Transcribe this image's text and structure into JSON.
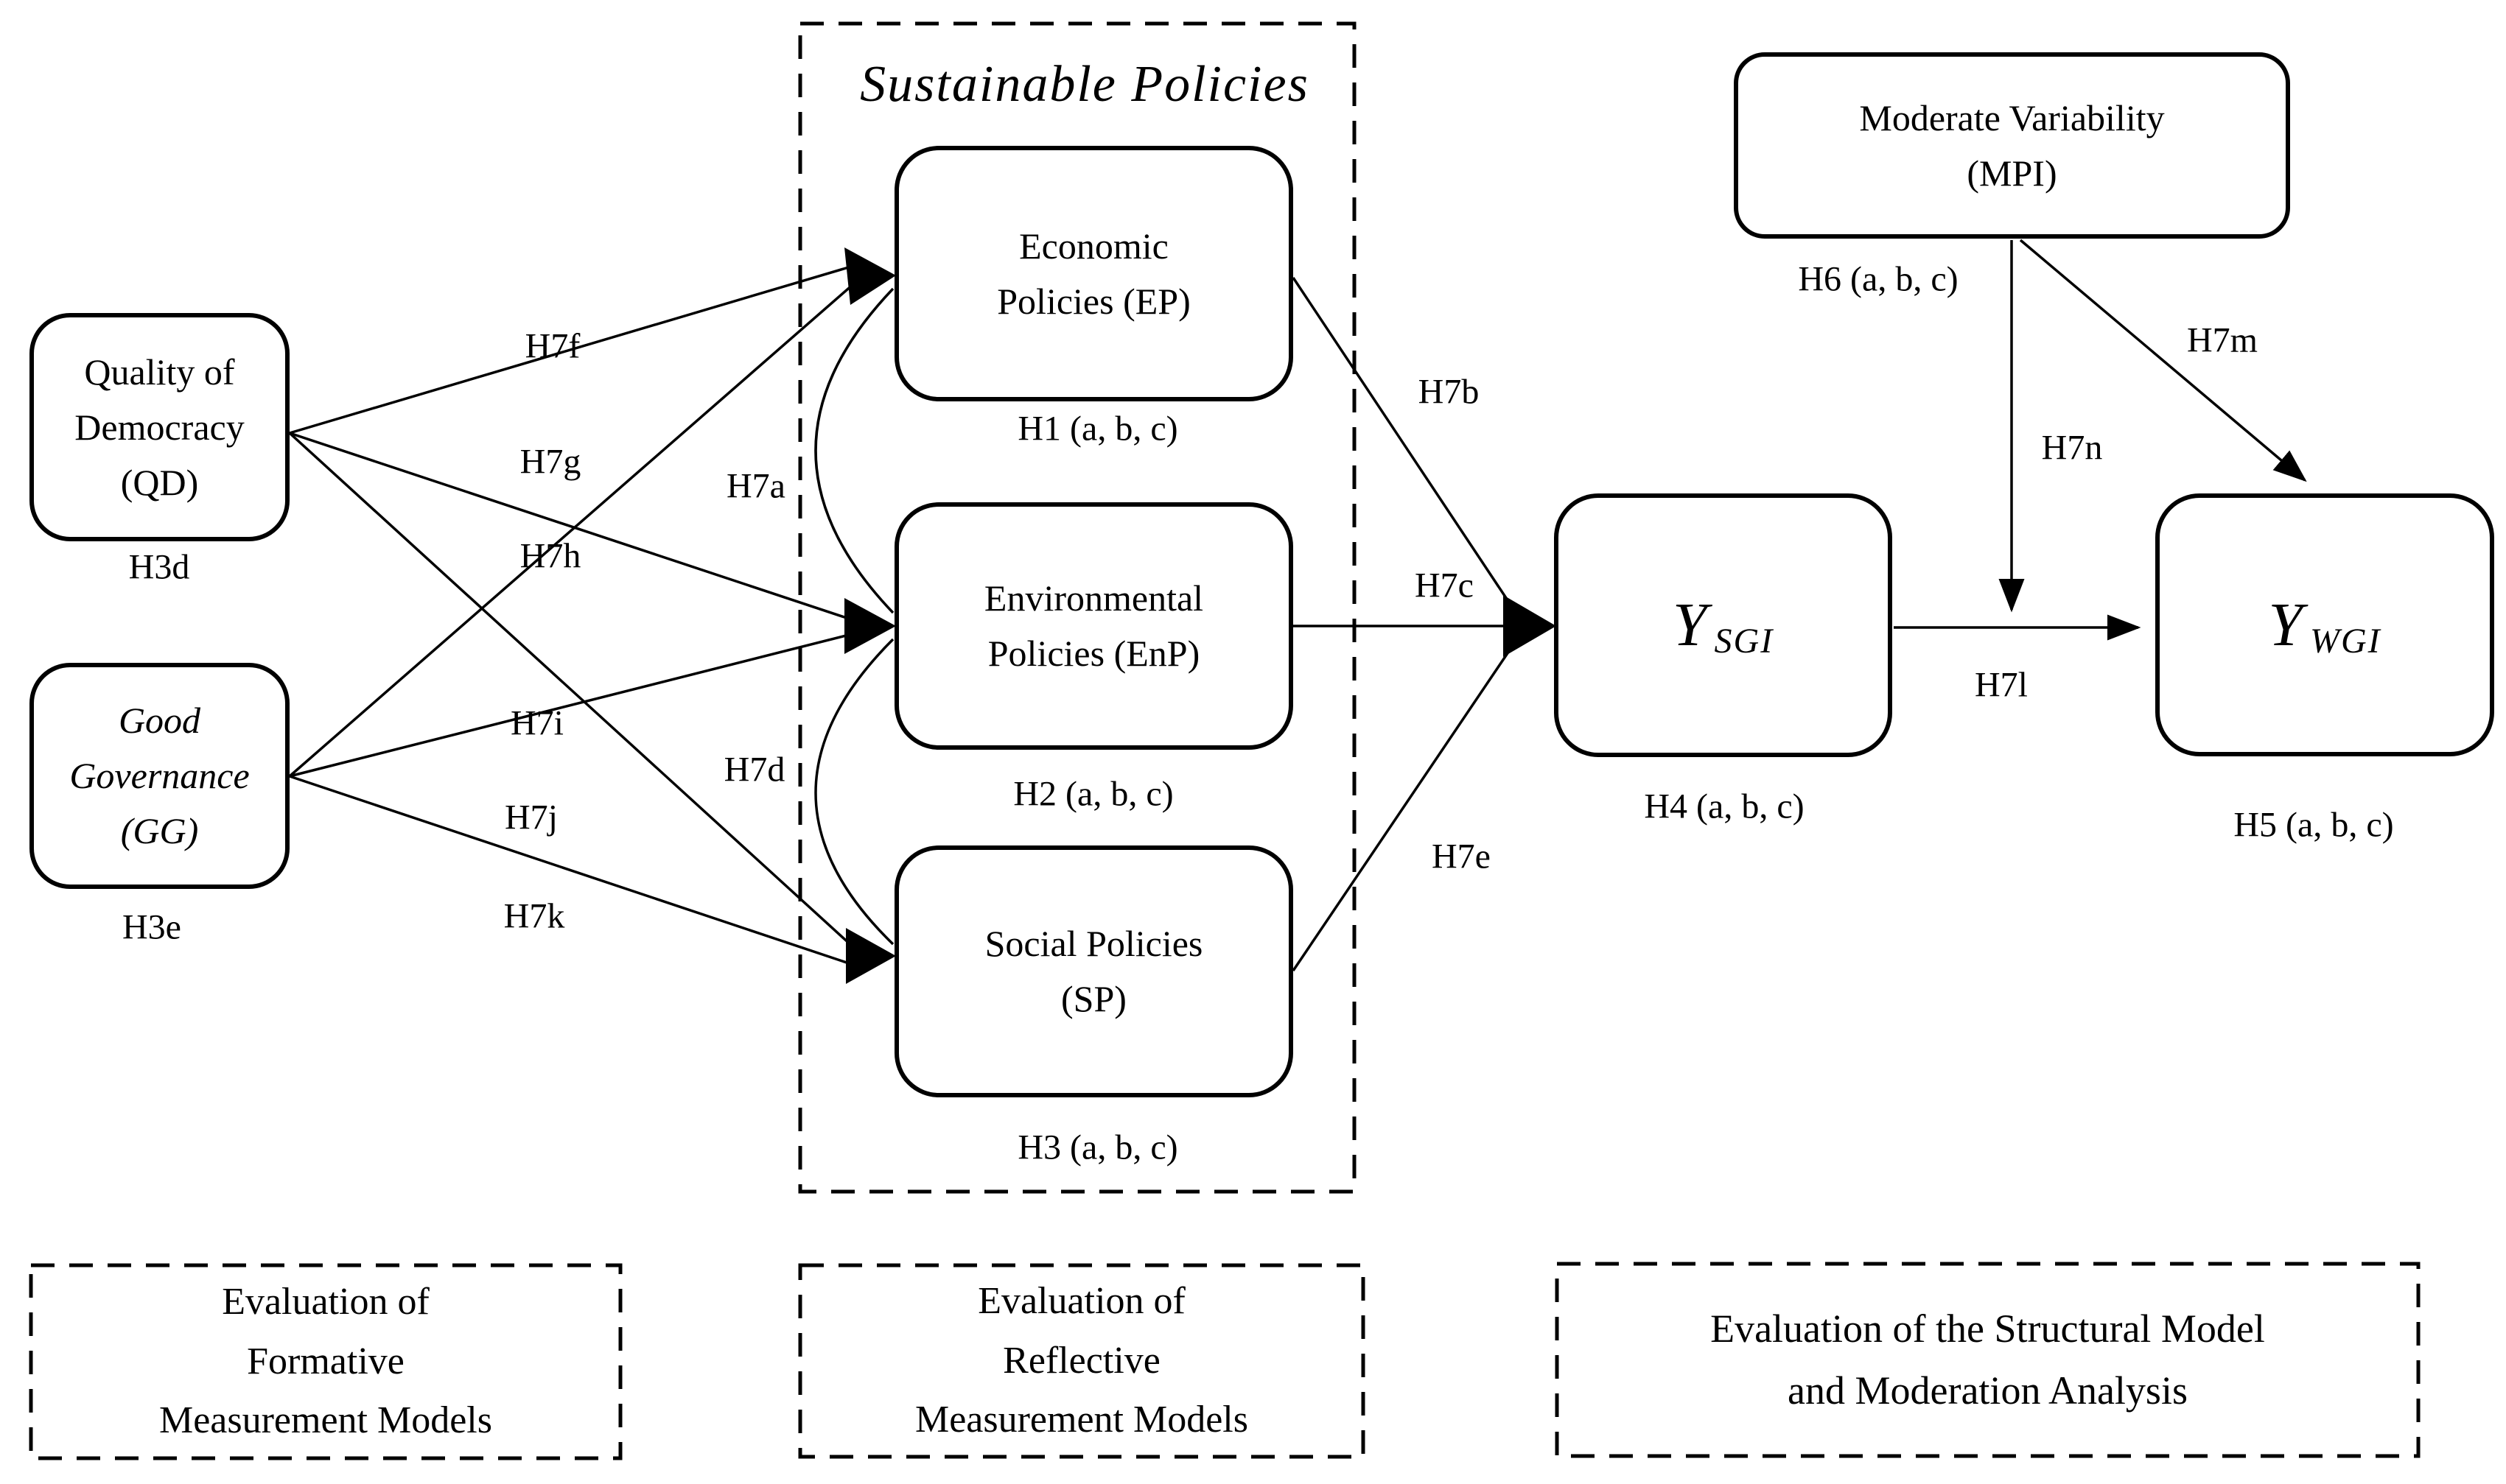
{
  "canvas": {
    "background": "#ffffff",
    "ink": "#000000"
  },
  "groups": {
    "sustainable": {
      "title": "Sustainable Policies"
    },
    "formative_eval": {
      "text": "Evaluation of\nFormative\nMeasurement Models"
    },
    "reflective_eval": {
      "text": "Evaluation of\nReflective\nMeasurement Models"
    },
    "structural_eval": {
      "text": "Evaluation of the Structural Model\nand Moderation Analysis"
    }
  },
  "nodes": {
    "qd": {
      "text": "Quality of\nDemocracy\n(QD)",
      "label": "H3d"
    },
    "gg": {
      "text": "Good\nGovernance\n(GG)",
      "label": "H3e"
    },
    "ep": {
      "text": "Economic\nPolicies (EP)",
      "label": "H1 (a, b, c)"
    },
    "enp": {
      "text": "Environmental\nPolicies (EnP)",
      "label": "H2 (a, b, c)"
    },
    "sp": {
      "text": "Social Policies\n(SP)",
      "label": "H3 (a, b, c)"
    },
    "mpi": {
      "text": "Moderate Variability\n(MPI)",
      "label": "H6 (a, b, c)"
    },
    "ysgi": {
      "symbol": "Y",
      "subscript": "SGI",
      "label": "H4 (a, b, c)"
    },
    "ywgi": {
      "symbol": "Y",
      "subscript": "WGI",
      "label": "H5 (a, b, c)"
    }
  },
  "path_labels": {
    "h7f": "H7f",
    "h7g": "H7g",
    "h7h": "H7h",
    "h7a": "H7a",
    "h7i": "H7i",
    "h7d": "H7d",
    "h7j": "H7j",
    "h7k": "H7k",
    "h7b": "H7b",
    "h7c": "H7c",
    "h7e": "H7e",
    "h7m": "H7m",
    "h7n": "H7n",
    "h7l": "H7l"
  }
}
